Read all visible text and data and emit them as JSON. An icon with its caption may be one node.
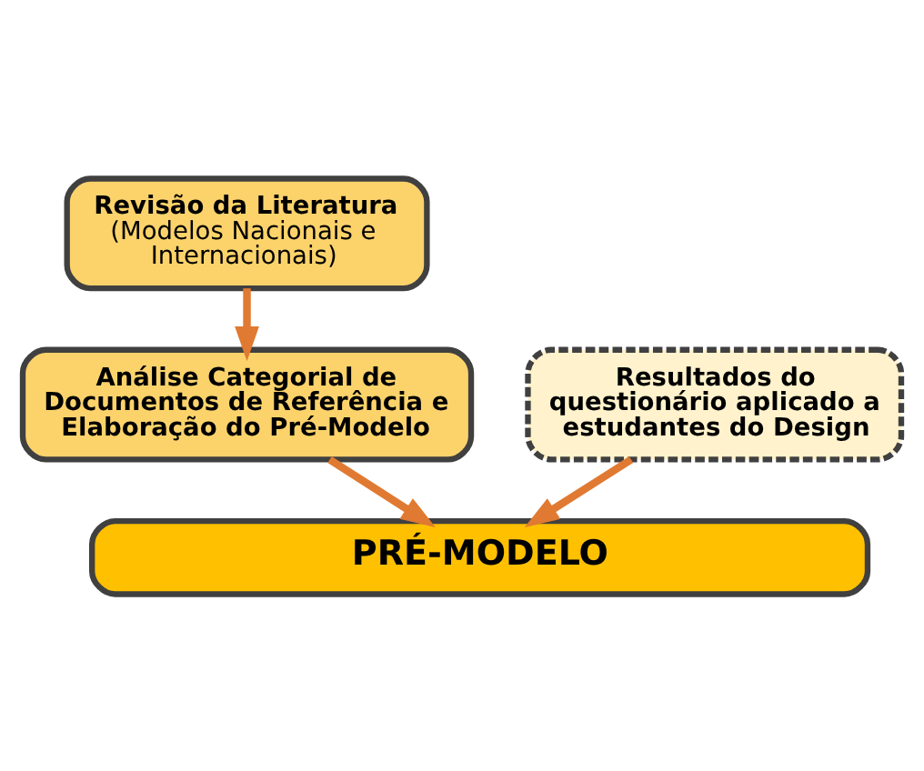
{
  "diagram": {
    "nodes": [
      {
        "text": [
          "Revisão da Literatura",
          "(Modelos Nacionais e Internacionais)"
        ]
      },
      {
        "text": [
          "Análise Categorial de Documentos de Referência e Elaboração do Pré-Modelo"
        ]
      },
      {
        "text": [
          "Resultados do questionário aplicado a estudantes do Design"
        ]
      },
      {
        "text": [
          "PRÉ-MODELO"
        ]
      }
    ],
    "edges": [
      {
        "from": 0,
        "to": 1,
        "arrow": "to"
      },
      {
        "from": 1,
        "to": 3,
        "arrow": "to"
      },
      {
        "from": 2,
        "to": 3,
        "arrow": "to"
      }
    ]
  }
}
